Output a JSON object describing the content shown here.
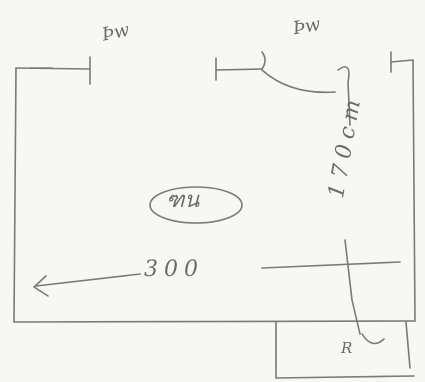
{
  "labels": {
    "window_left": "Þw",
    "window_right": "Þw",
    "room": "ฑน",
    "width": "300",
    "height": "170cm",
    "extension": "R"
  },
  "colors": {
    "pencil": "#7a7a7a",
    "paper": "#f7f7f6"
  }
}
